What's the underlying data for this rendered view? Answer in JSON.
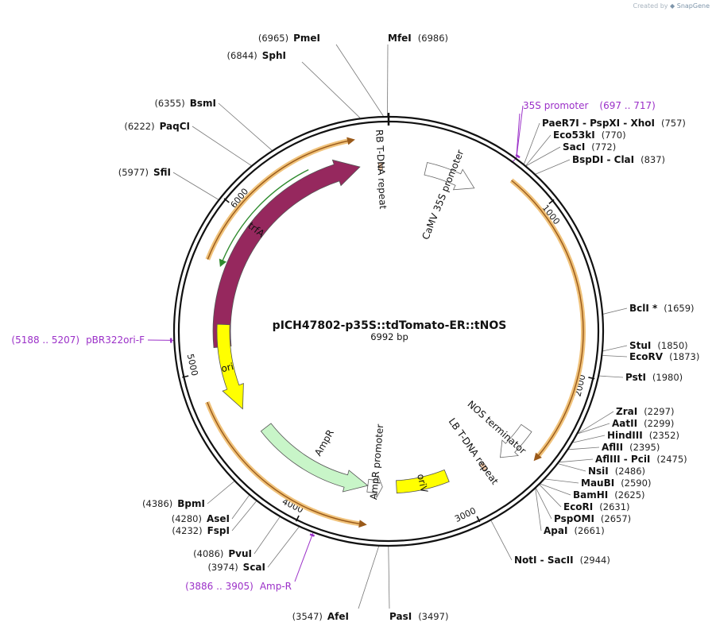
{
  "watermark": {
    "prefix": "Created by",
    "brand": "SnapGene"
  },
  "plasmid": {
    "name": "pICH47802-p35S::tdTomato-ER::tNOS",
    "length_label": "6992 bp",
    "length": 6992
  },
  "ticks": [
    {
      "pos": 1000,
      "label": "1000"
    },
    {
      "pos": 2000,
      "label": "2000"
    },
    {
      "pos": 3000,
      "label": "3000"
    },
    {
      "pos": 4000,
      "label": "4000"
    },
    {
      "pos": 5000,
      "label": "5000"
    },
    {
      "pos": 6000,
      "label": "6000"
    }
  ],
  "features": [
    {
      "id": "trfA",
      "name": "trfA",
      "start": 5140,
      "end": 6800,
      "strand": 1,
      "color": "#96285e",
      "label_inside": true,
      "label_color": "#ffffff"
    },
    {
      "id": "rb-repeat",
      "name": "RB T-DNA repeat",
      "start": 6925,
      "end": 6950,
      "strand": 0,
      "color": "#f2c9a8"
    },
    {
      "id": "camv-35s",
      "name": "CaMV 35S promoter",
      "start": 250,
      "end": 600,
      "strand": 1,
      "color": "#ffffff"
    },
    {
      "id": "nos-terminator",
      "name": "NOS terminator",
      "start": 2430,
      "end": 2690,
      "strand": 1,
      "color": "#ffffff"
    },
    {
      "id": "lb-repeat",
      "name": "LB T-DNA repeat",
      "start": 2800,
      "end": 2830,
      "strand": 0,
      "color": "#f2c9a8"
    },
    {
      "id": "oriV",
      "name": "oriV",
      "start": 3070,
      "end": 3440,
      "strand": 0,
      "color": "#ffff00",
      "label_inside": true,
      "label_color": "#111111"
    },
    {
      "id": "ampr-promoter",
      "name": "AmpR promoter",
      "start": 3540,
      "end": 3645,
      "strand": -1,
      "color": "#ffffff"
    },
    {
      "id": "ampr",
      "name": "AmpR",
      "start": 3645,
      "end": 4505,
      "strand": -1,
      "color": "#c8f5c8"
    },
    {
      "id": "ori",
      "name": "ori",
      "start": 4700,
      "end": 5290,
      "strand": -1,
      "color": "#ffff00",
      "label_inside": true,
      "label_color": "#111111"
    }
  ],
  "orfs": [
    {
      "id": "orf-1",
      "start": 760,
      "end": 2560,
      "strand": 1
    },
    {
      "id": "orf-2",
      "start": 3620,
      "end": 4830,
      "strand": -1
    },
    {
      "id": "orf-3",
      "start": 5665,
      "end": 6800,
      "strand": 1
    },
    {
      "id": "orf-green",
      "start": 5650,
      "end": 6480,
      "strand": -1
    }
  ],
  "sites": [
    {
      "name": "PmeI",
      "pos_label": "(6965)",
      "side": "left",
      "pos": 6965
    },
    {
      "name": "MfeI",
      "pos_label": "(6986)",
      "side": "right",
      "pos": 6986
    },
    {
      "name": "SphI",
      "pos_label": "(6844)",
      "side": "left",
      "pos": 6844
    },
    {
      "name": "BsmI",
      "pos_label": "(6355)",
      "side": "left",
      "pos": 6355
    },
    {
      "name": "PaqCI",
      "pos_label": "(6222)",
      "side": "left",
      "pos": 6222
    },
    {
      "name": "SfiI",
      "pos_label": "(5977)",
      "side": "left",
      "pos": 5977
    },
    {
      "name": "PaeR7I - PspXI - XhoI",
      "pos_label": "(757)",
      "side": "right",
      "pos": 757
    },
    {
      "name": "Eco53kI",
      "pos_label": "(770)",
      "side": "right",
      "pos": 770
    },
    {
      "name": "SacI",
      "pos_label": "(772)",
      "side": "right",
      "pos": 772
    },
    {
      "name": "BspDI - ClaI",
      "pos_label": "(837)",
      "side": "right",
      "pos": 837
    },
    {
      "name": "BclI *",
      "pos_label": "(1659)",
      "side": "right",
      "pos": 1659
    },
    {
      "name": "StuI",
      "pos_label": "(1850)",
      "side": "right",
      "pos": 1850
    },
    {
      "name": "EcoRV",
      "pos_label": "(1873)",
      "side": "right",
      "pos": 1873
    },
    {
      "name": "PstI",
      "pos_label": "(1980)",
      "side": "right",
      "pos": 1980
    },
    {
      "name": "ZraI",
      "pos_label": "(2297)",
      "side": "right",
      "pos": 2297
    },
    {
      "name": "AatII",
      "pos_label": "(2299)",
      "side": "right",
      "pos": 2299
    },
    {
      "name": "HindIII",
      "pos_label": "(2352)",
      "side": "right",
      "pos": 2352
    },
    {
      "name": "AflII",
      "pos_label": "(2395)",
      "side": "right",
      "pos": 2395
    },
    {
      "name": "AflIII - PciI",
      "pos_label": "(2475)",
      "side": "right",
      "pos": 2475
    },
    {
      "name": "NsiI",
      "pos_label": "(2486)",
      "side": "right",
      "pos": 2486
    },
    {
      "name": "MauBI",
      "pos_label": "(2590)",
      "side": "right",
      "pos": 2590
    },
    {
      "name": "BamHI",
      "pos_label": "(2625)",
      "side": "right",
      "pos": 2625
    },
    {
      "name": "EcoRI",
      "pos_label": "(2631)",
      "side": "right",
      "pos": 2631
    },
    {
      "name": "PspOMI",
      "pos_label": "(2657)",
      "side": "right",
      "pos": 2657
    },
    {
      "name": "ApaI",
      "pos_label": "(2661)",
      "side": "right",
      "pos": 2661
    },
    {
      "name": "NotI - SacII",
      "pos_label": "(2944)",
      "side": "right",
      "pos": 2944
    },
    {
      "name": "PasI",
      "pos_label": "(3497)",
      "side": "right",
      "pos": 3497
    },
    {
      "name": "AfeI",
      "pos_label": "(3547)",
      "side": "left",
      "pos": 3547
    },
    {
      "name": "ScaI",
      "pos_label": "(3974)",
      "side": "left",
      "pos": 3974
    },
    {
      "name": "PvuI",
      "pos_label": "(4086)",
      "side": "left",
      "pos": 4086
    },
    {
      "name": "FspI",
      "pos_label": "(4232)",
      "side": "left",
      "pos": 4232
    },
    {
      "name": "AseI",
      "pos_label": "(4280)",
      "side": "left",
      "pos": 4280
    },
    {
      "name": "BpmI",
      "pos_label": "(4386)",
      "side": "left",
      "pos": 4386
    }
  ],
  "primers": [
    {
      "name": "35S promoter",
      "range": "(697 .. 717)",
      "side": "right",
      "pos": 707
    },
    {
      "name": "pBR322ori-F",
      "range": "(5188 .. 5207)",
      "side": "left",
      "pos": 5197
    },
    {
      "name": "Amp-R",
      "range": "(3886 .. 3905)",
      "side": "left",
      "pos": 3895
    }
  ],
  "colors": {
    "backbone": "#111111",
    "orf_fill": "#f0c27a",
    "orf_line": "#9a5a1a",
    "primer": "#9b30c8",
    "orf_green": "#2e8b2e",
    "leader": "#777777"
  }
}
